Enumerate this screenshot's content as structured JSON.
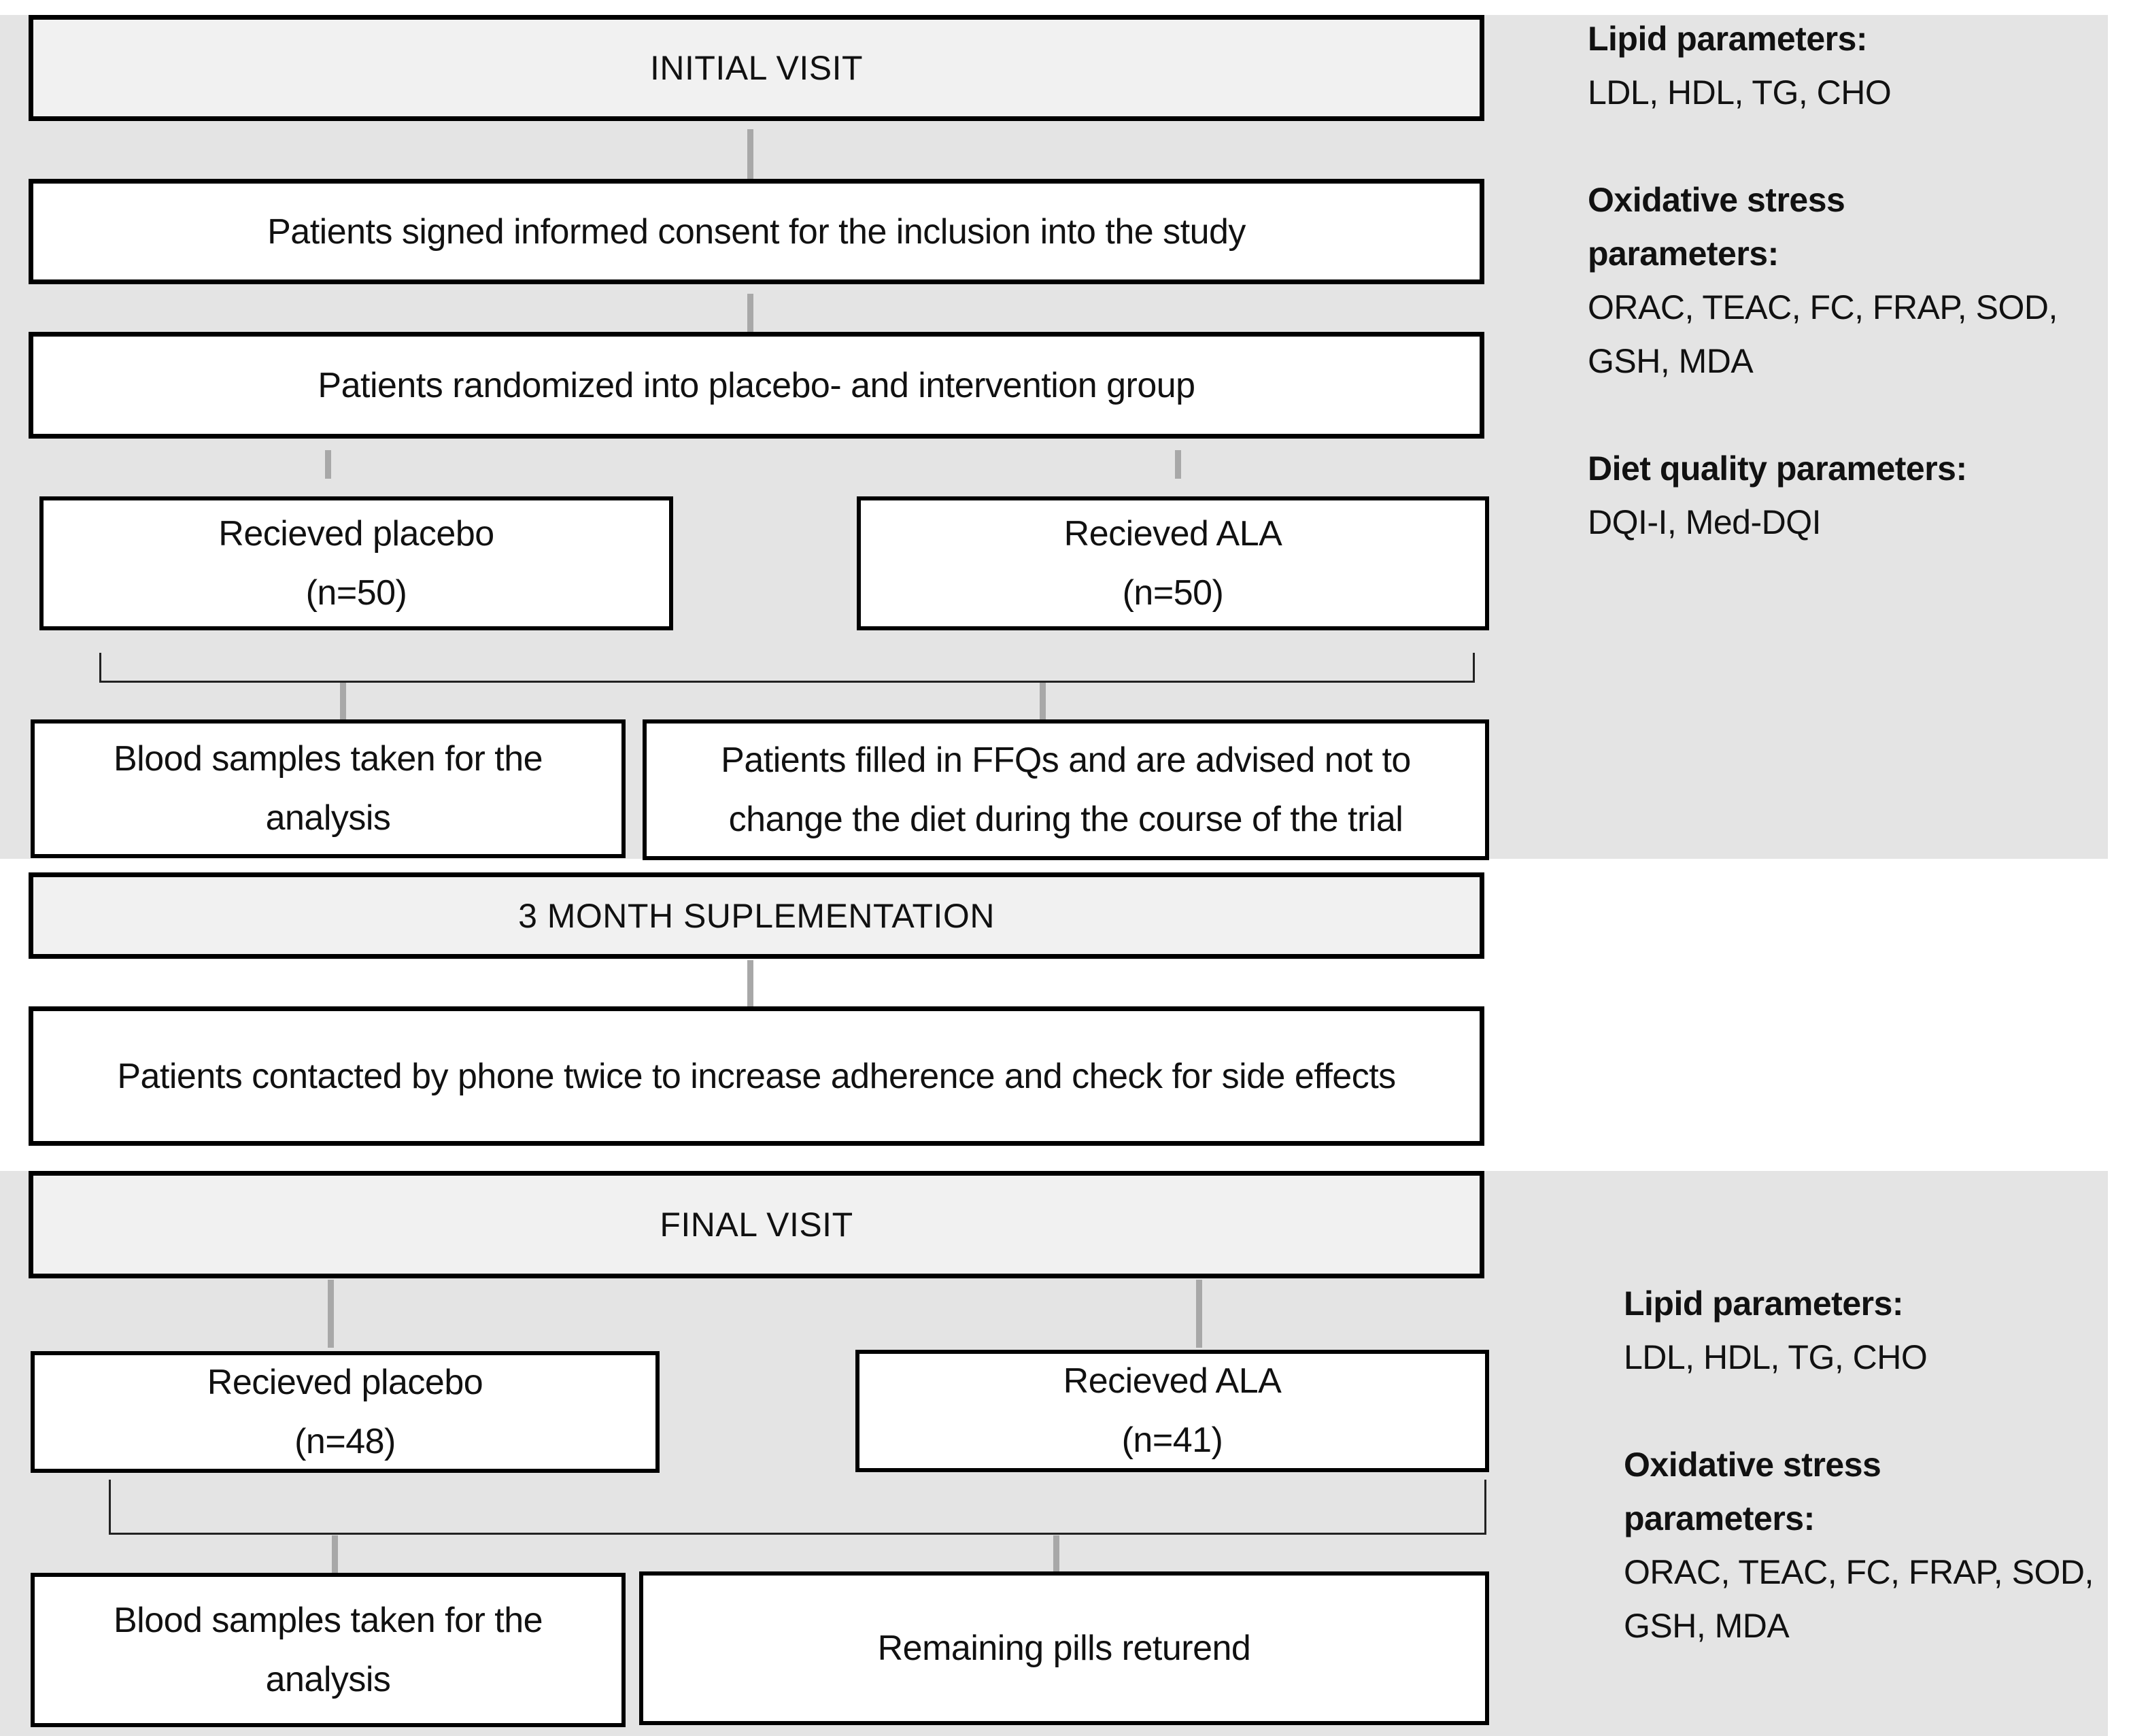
{
  "flow": {
    "initial_visit": "INITIAL VISIT",
    "consent": "Patients signed informed consent for the inclusion into the study",
    "randomized": "Patients randomized into placebo- and intervention group",
    "placebo_group_1": {
      "line1": "Recieved placebo",
      "line2": "(n=50)"
    },
    "ala_group_1": {
      "line1": "Recieved ALA",
      "line2": "(n=50)"
    },
    "blood_samples_1": {
      "line1": "Blood samples taken for the",
      "line2": "analysis"
    },
    "ffq": {
      "line1": "Patients filled in FFQs and are advised not to",
      "line2": "change the diet during the course of the trial"
    },
    "supplementation": "3 MONTH SUPLEMENTATION",
    "phone_contact": "Patients contacted by phone twice to increase adherence and check for side effects",
    "final_visit": "FINAL VISIT",
    "placebo_group_2": {
      "line1": "Recieved placebo",
      "line2": "(n=48)"
    },
    "ala_group_2": {
      "line1": "Recieved ALA",
      "line2": "(n=41)"
    },
    "blood_samples_2": {
      "line1": "Blood samples taken for the",
      "line2": "analysis"
    },
    "pills_returned": "Remaining pills returend"
  },
  "side_panel_top": {
    "lipid_title": "Lipid parameters:",
    "lipid_items": "LDL, HDL, TG, CHO",
    "oxidative_title_line1": "Oxidative stress",
    "oxidative_title_line2": "parameters:",
    "oxidative_items_line1": "ORAC, TEAC, FC, FRAP, SOD,",
    "oxidative_items_line2": "GSH, MDA",
    "diet_title": "Diet quality parameters:",
    "diet_items": "DQI-I, Med-DQI"
  },
  "side_panel_bottom": {
    "lipid_title": "Lipid parameters:",
    "lipid_items": "LDL, HDL, TG, CHO",
    "oxidative_title_line1": "Oxidative stress",
    "oxidative_title_line2": "parameters:",
    "oxidative_items_line1": "ORAC, TEAC, FC, FRAP, SOD,",
    "oxidative_items_line2": "GSH, MDA"
  },
  "colors": {
    "background_panel": "#e4e4e4",
    "header_box_fill": "#f1f1f1",
    "box_fill": "#ffffff",
    "box_border": "#000000",
    "connector_gray": "#a8a8a8",
    "bracket_line": "#222222"
  }
}
